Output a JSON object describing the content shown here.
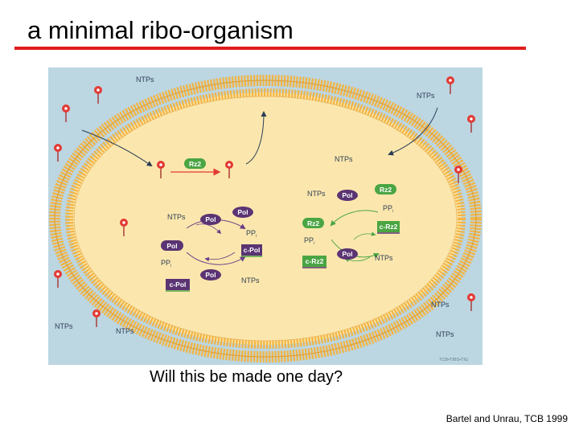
{
  "title": "a minimal ribo-organism",
  "caption": "Will this be made one day?",
  "citation": "Bartel and Unrau, TCB 1999",
  "colors": {
    "title_rule": "#e01b1b",
    "background": "#bcd6e2",
    "cytoplasm": "#fbe7ad",
    "membrane": "#f2b443",
    "pol_pill": "#5a3473",
    "rz_pill": "#4aa543",
    "arrow_green": "#4aa543",
    "arrow_purple": "#6b3f87",
    "nucleotide": "#e33a34"
  },
  "figure": {
    "outside_labels": {
      "ntps_top_left": "NTPs",
      "ntps_top_right": "NTPs",
      "ntps_bottom_left_outer": "NTPs",
      "ntps_bottom_left_inner": "NTPs",
      "ntps_bottom_right_upper": "NTPs",
      "ntps_bottom_right_lower": "NTPs"
    },
    "inside_labels": {
      "ntps_right_inner": "NTPs",
      "rz2_top": "Rz2",
      "pol_cycle": {
        "ntps_in": "NTPs",
        "pol_top": "Pol",
        "ppi_right": "PP",
        "ppi_right_sub": "i",
        "pol_left": "Pol",
        "cpol_right": "c-Pol",
        "ppi_left": "PP",
        "ppi_left_sub": "i",
        "pol_bottom": "Pol",
        "ntps_out": "NTPs",
        "cpol_bottom": "c-Pol"
      },
      "rz_cycle": {
        "ntps_in": "NTPs",
        "pol_top": "Pol",
        "rz2_right": "Rz2",
        "ppi_top": "PP",
        "ppi_top_sub": "i",
        "rz2_left": "Rz2",
        "crz2_right": "c-Rz2",
        "ppi_mid": "PP",
        "ppi_mid_sub": "i",
        "pol_bottom": "Pol",
        "ntps_out": "NTPs",
        "crz2_bottom": "c-Rz2"
      }
    },
    "credit": "TCB•TIBS•TIG"
  }
}
